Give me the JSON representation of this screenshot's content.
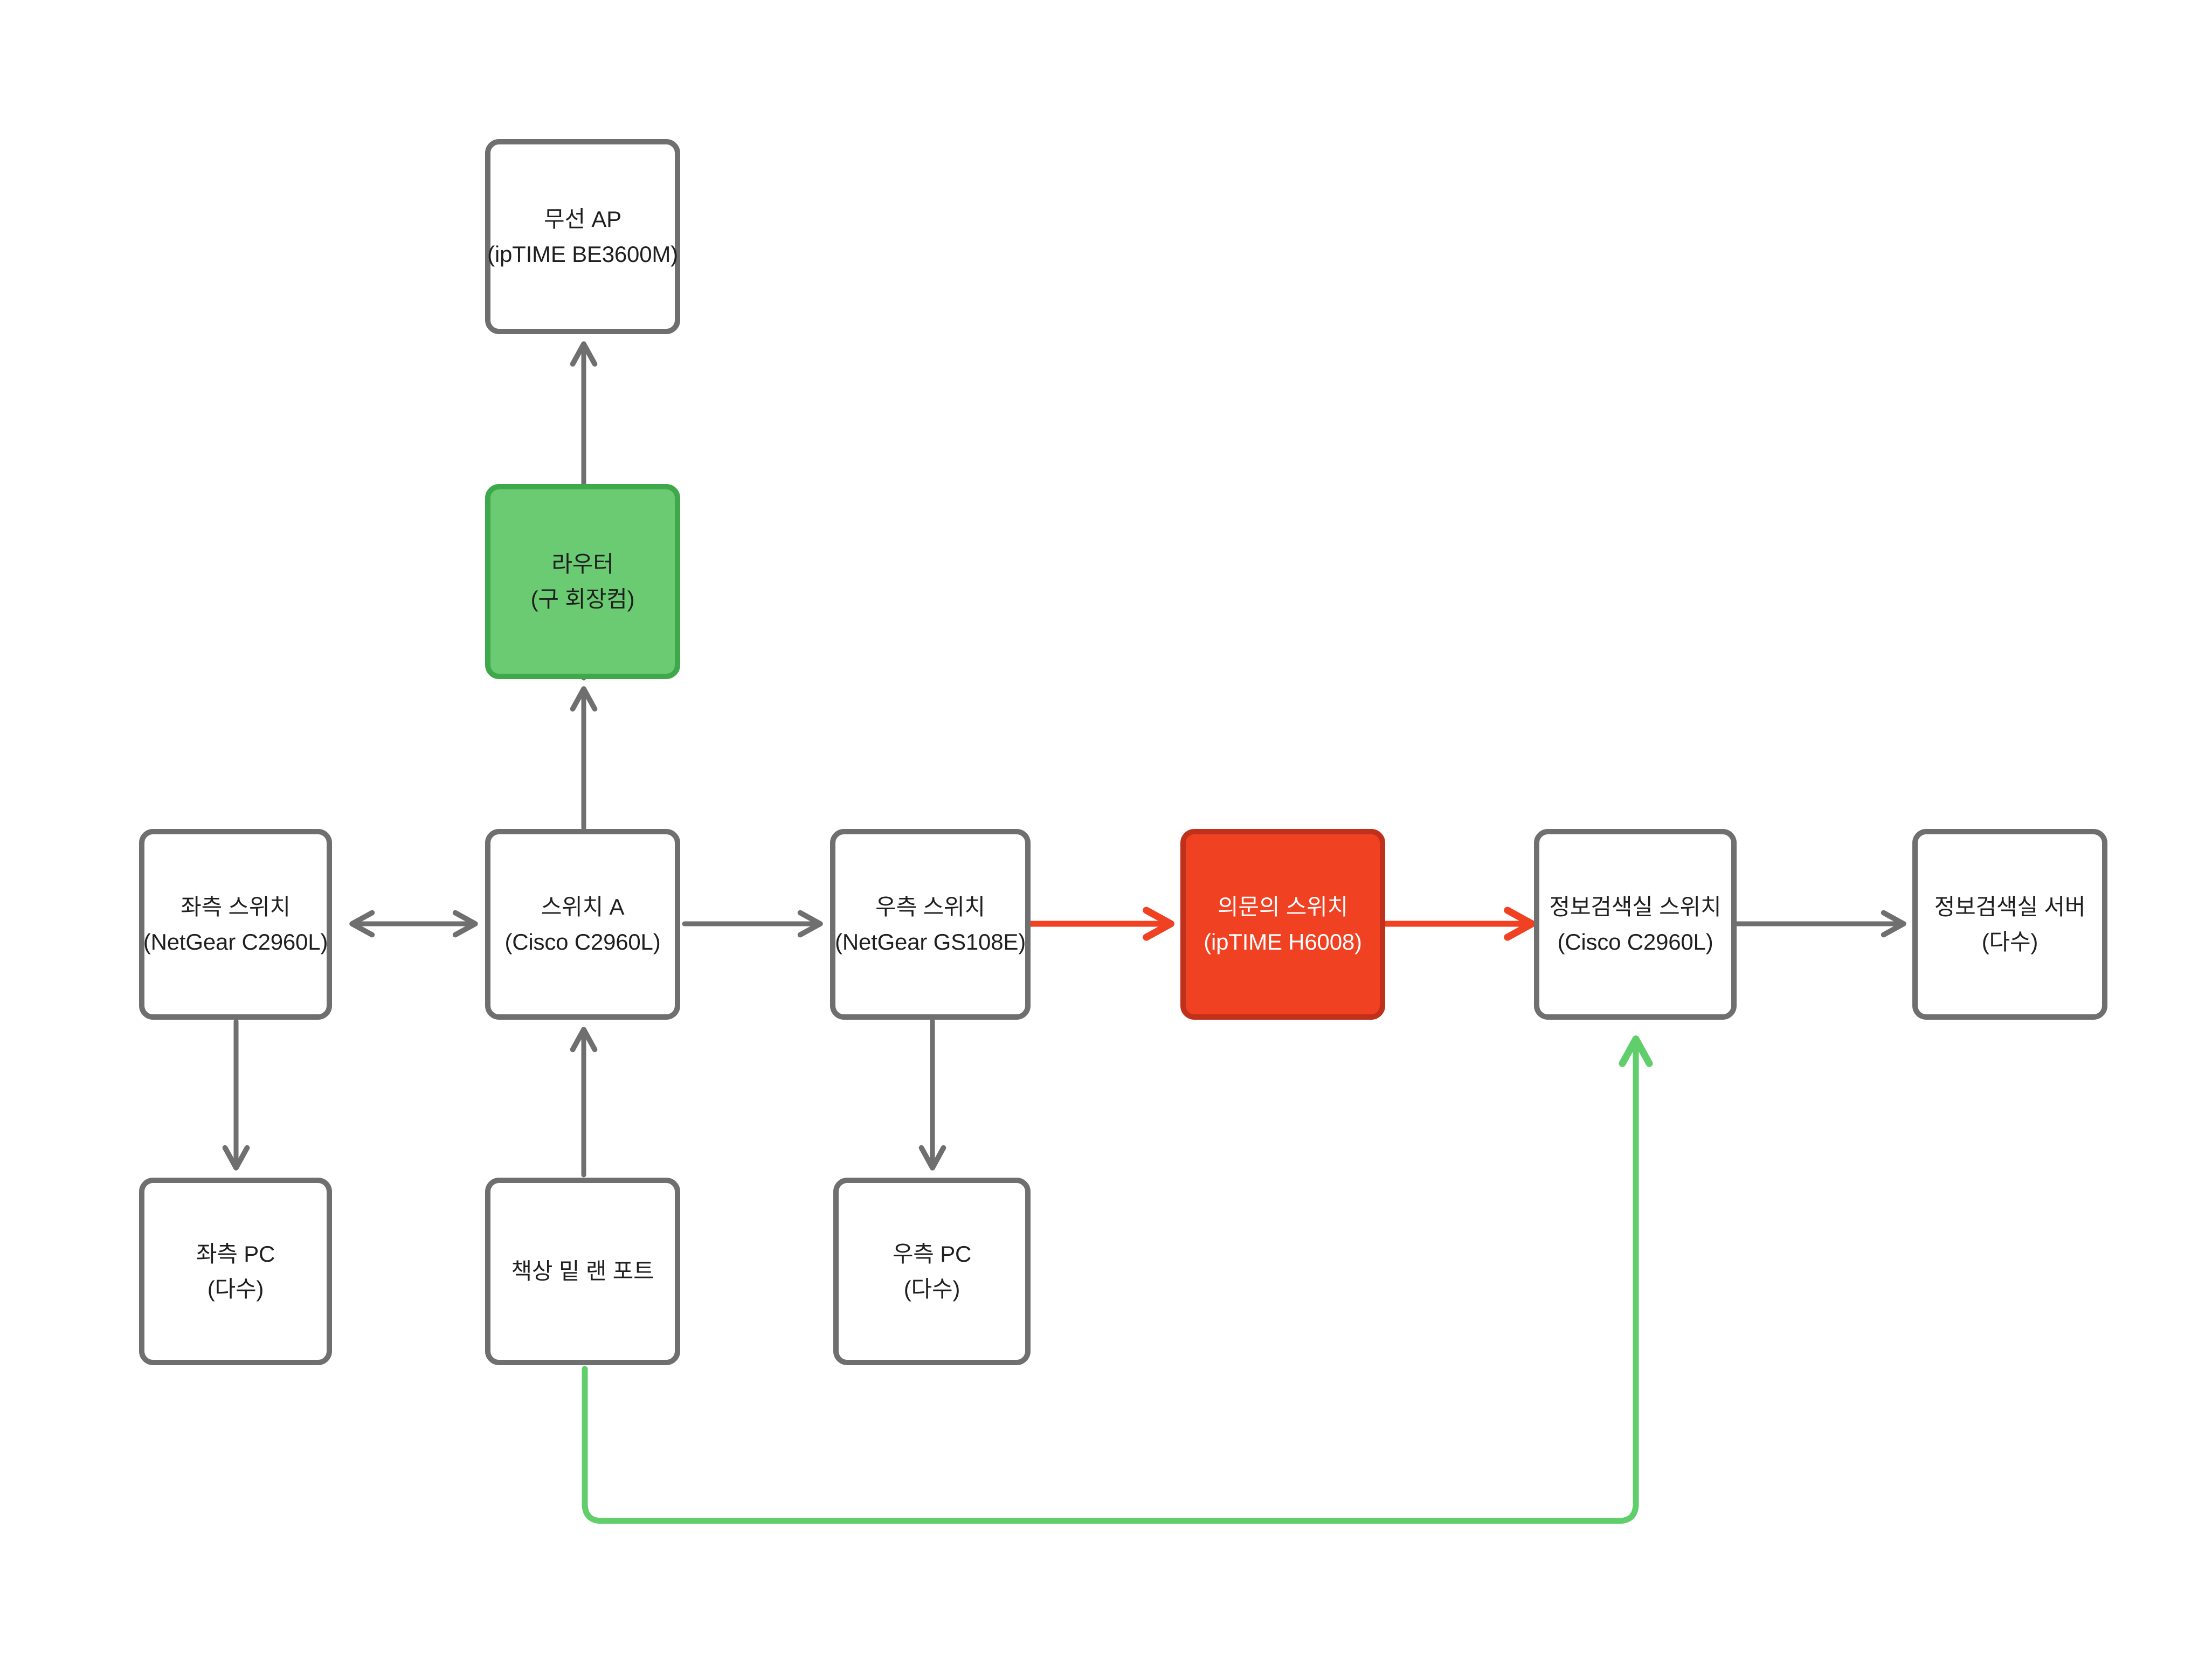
{
  "diagram": {
    "title": "network-topology",
    "colors": {
      "node_border": "#6f6f6f",
      "node_fill": "#ffffff",
      "router_fill": "#6acb72",
      "router_border": "#3ea84b",
      "suspect_fill": "#f04123",
      "suspect_border": "#c0301a",
      "edge_default": "#6f6f6f",
      "edge_alert": "#f04123",
      "edge_highlight": "#60ce6a",
      "text_dark": "#1f1f1f",
      "text_light": "#ffffff"
    },
    "nodes": [
      {
        "id": "ap",
        "line1": "무선 AP",
        "line2": "(ipTIME BE3600M)"
      },
      {
        "id": "router",
        "line1": "라우터",
        "line2": "(구 회장컴)"
      },
      {
        "id": "left-switch",
        "line1": "좌측 스위치",
        "line2": "(NetGear C2960L)"
      },
      {
        "id": "switch-a",
        "line1": "스위치 A",
        "line2": "(Cisco C2960L)"
      },
      {
        "id": "right-switch",
        "line1": "우측 스위치",
        "line2": "(NetGear GS108E)"
      },
      {
        "id": "suspect-switch",
        "line1": "의문의 스위치",
        "line2": "(ipTIME H6008)"
      },
      {
        "id": "infolab-switch",
        "line1": "정보검색실 스위치",
        "line2": "(Cisco C2960L)"
      },
      {
        "id": "infolab-server",
        "line1": "정보검색실 서버",
        "line2": "(다수)"
      },
      {
        "id": "left-pc",
        "line1": "좌측 PC",
        "line2": "(다수)"
      },
      {
        "id": "desk-lan-port",
        "line1": "책상 밑 랜 포트",
        "line2": ""
      },
      {
        "id": "right-pc",
        "line1": "우측 PC",
        "line2": "(다수)"
      }
    ],
    "edges": [
      {
        "id": "router-to-ap",
        "from": "router",
        "to": "ap",
        "style": "default",
        "direction": "one-way"
      },
      {
        "id": "switcha-to-router",
        "from": "switch-a",
        "to": "router",
        "style": "default",
        "direction": "one-way"
      },
      {
        "id": "leftswitch-switcha",
        "from": "left-switch",
        "to": "switch-a",
        "style": "default",
        "direction": "two-way"
      },
      {
        "id": "switcha-to-rightswitch",
        "from": "switch-a",
        "to": "right-switch",
        "style": "default",
        "direction": "one-way"
      },
      {
        "id": "rightswitch-to-suspect",
        "from": "right-switch",
        "to": "suspect-switch",
        "style": "alert",
        "direction": "one-way"
      },
      {
        "id": "suspect-to-infolabswitch",
        "from": "suspect-switch",
        "to": "infolab-switch",
        "style": "alert",
        "direction": "one-way"
      },
      {
        "id": "infolabswitch-to-server",
        "from": "infolab-switch",
        "to": "infolab-server",
        "style": "default",
        "direction": "one-way"
      },
      {
        "id": "leftswitch-to-leftpc",
        "from": "left-switch",
        "to": "left-pc",
        "style": "default",
        "direction": "one-way"
      },
      {
        "id": "desklan-to-switcha",
        "from": "desk-lan-port",
        "to": "switch-a",
        "style": "default",
        "direction": "one-way"
      },
      {
        "id": "rightswitch-to-rightpc",
        "from": "right-switch",
        "to": "right-pc",
        "style": "default",
        "direction": "one-way"
      },
      {
        "id": "desklan-to-infolabswitch",
        "from": "desk-lan-port",
        "to": "infolab-switch",
        "style": "highlight",
        "direction": "one-way"
      }
    ]
  }
}
